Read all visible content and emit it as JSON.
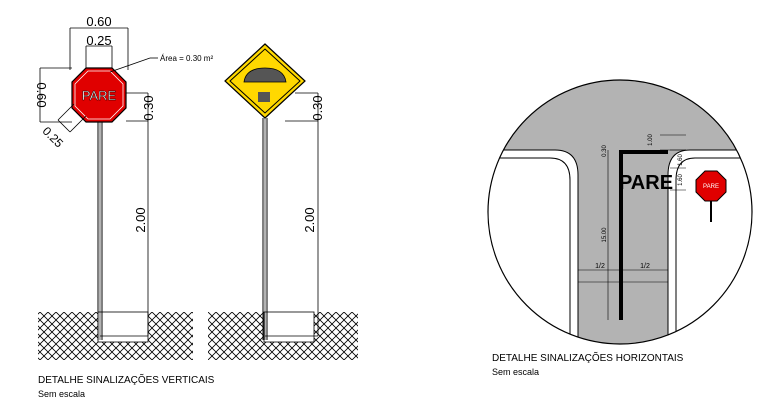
{
  "left_panel": {
    "dims": {
      "width_060": "0.60",
      "inner_025": "0.25",
      "height_060": "0.60",
      "diag_025": "0.25",
      "sign_030_a": "0.30",
      "post_200_a": "2.00",
      "sign_030_b": "0.30",
      "post_200_b": "2.00"
    },
    "area_note": "Área = 0.30 m²",
    "stop_sign_text": "PARE",
    "title": "DETALHE SINALIZAÇÕES VERTICAIS",
    "subtitle": "Sem escala"
  },
  "right_panel": {
    "dims": {
      "d_100": "1.00",
      "d_030": "0.30",
      "d_160_a": "1.60",
      "d_160_b": "1.60",
      "d_1500": "15.00",
      "half_left": "1/2",
      "half_right": "1/2"
    },
    "road_text": "PARE",
    "small_sign_text": "PARE",
    "title": "DETALHE SINALIZAÇÕES HORIZONTAIS",
    "subtitle": "Sem escala"
  },
  "colors": {
    "stop_red": "#e00000",
    "warning_yellow": "#ffd800",
    "road_gray": "#b3b3b3",
    "ink": "#000000"
  }
}
